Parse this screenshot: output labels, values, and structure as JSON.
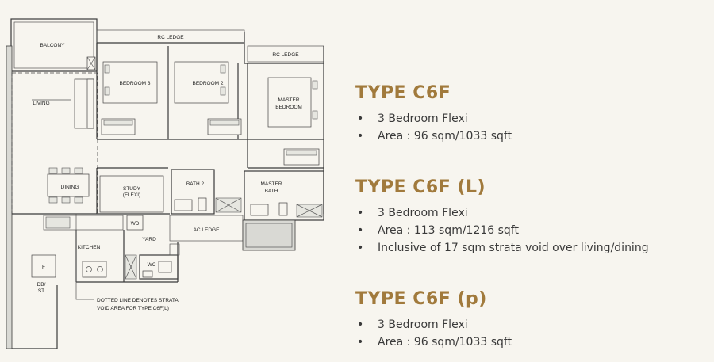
{
  "floorplan": {
    "rooms": {
      "balcony": "BALCONY",
      "rc_ledge_top": "RC LEDGE",
      "rc_ledge_master": "RC LEDGE",
      "living": "LIVING",
      "bedroom3": "BEDROOM 3",
      "bedroom2": "BEDROOM 2",
      "master_bedroom_line1": "MASTER",
      "master_bedroom_line2": "BEDROOM",
      "dining": "DINING",
      "study_line1": "STUDY",
      "study_line2": "(FLEXI)",
      "bath2": "BATH 2",
      "master_bath_line1": "MASTER",
      "master_bath_line2": "BATH",
      "wd": "WD",
      "yard": "YARD",
      "ac_ledge": "AC LEDGE",
      "kitchen": "KITCHEN",
      "wc": "WC",
      "fridge": "F",
      "db_st_line1": "DB/",
      "db_st_line2": "ST"
    },
    "note_line1": "DOTTED LINE DENOTES STRATA",
    "note_line2": "VOID AREA FOR TYPE C6F(L)"
  },
  "types": [
    {
      "title": "TYPE C6F",
      "features": [
        "3 Bedroom Flexi",
        "Area : 96 sqm/1033 sqft"
      ]
    },
    {
      "title": "TYPE C6F (L)",
      "features": [
        "3 Bedroom Flexi",
        "Area : 113 sqm/1216 sqft",
        "Inclusive of 17 sqm strata void over living/dining"
      ]
    },
    {
      "title": "TYPE C6F (p)",
      "features": [
        "3 Bedroom Flexi",
        "Area : 96 sqm/1033 sqft"
      ]
    }
  ],
  "bullet_symbol": "•",
  "colors": {
    "background": "#f7f5ef",
    "title": "#a17a3c",
    "text": "#3a3a3a"
  }
}
